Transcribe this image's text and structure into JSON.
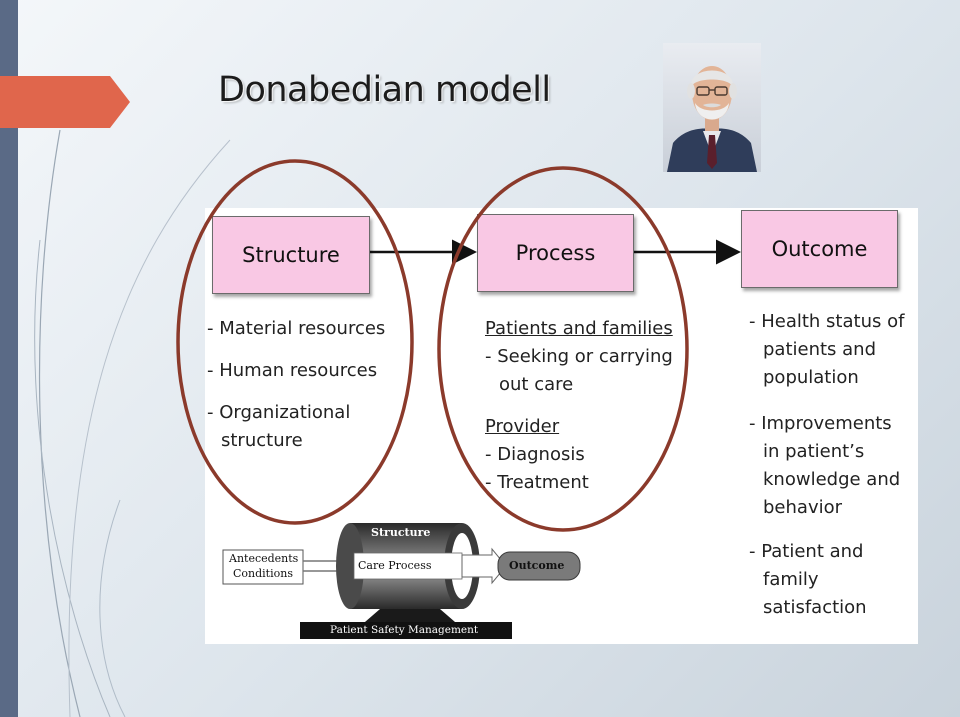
{
  "slide": {
    "title": "Donabedian modell"
  },
  "colors": {
    "accent_arrow": "#e0664c",
    "side_bar": "#5a6a86",
    "box_fill": "#f9c8e4",
    "ellipse_stroke": "#8b3a2b"
  },
  "portrait": {
    "icon": "portrait-photo"
  },
  "diagram": {
    "boxes": {
      "structure": "Structure",
      "process": "Process",
      "outcome": "Outcome"
    },
    "structure_items": [
      "- Material resources",
      "- Human resources",
      "- Organizational",
      "structure"
    ],
    "process_items": {
      "patients_heading": "Patients and families",
      "patients_lines": [
        "- Seeking or carrying",
        "out care"
      ],
      "provider_heading": "Provider",
      "provider_lines": [
        "- Diagnosis",
        "- Treatment"
      ]
    },
    "outcome_items": [
      "- Health status of",
      "patients and",
      "population",
      "- Improvements",
      "in patient’s",
      "knowledge and",
      "behavior",
      "- Patient and",
      "family",
      "satisfaction"
    ]
  },
  "mini_diagram": {
    "antecedents": [
      "Antecedents",
      "Conditions"
    ],
    "structure": "Structure",
    "care_process": "Care Process",
    "outcome": "Outcome",
    "base": "Patient Safety Management"
  }
}
